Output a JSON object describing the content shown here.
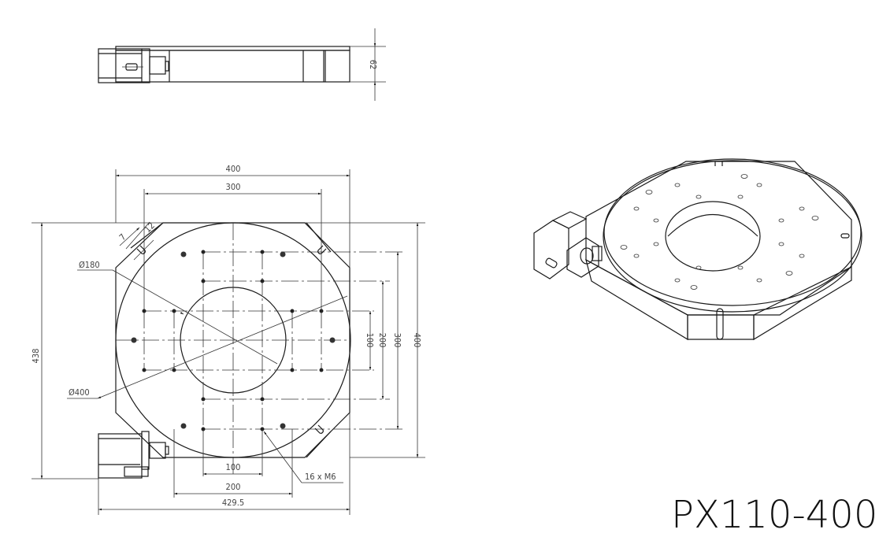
{
  "drawing": {
    "model_label": "PX110-400",
    "side_view": {
      "height_dim": "62"
    },
    "top_view": {
      "dims": {
        "width_outer": "400",
        "width_inner": "300",
        "slot_width": "7",
        "slot_length": "12",
        "bore_dia": "Ø180",
        "table_dia": "Ø400",
        "overall_height": "438",
        "right_100": "100",
        "right_200": "200",
        "right_300": "300",
        "right_400": "400",
        "bottom_100": "100",
        "bottom_200": "200",
        "overall_width": "429.5",
        "thread_callout": "16 x  M6"
      }
    },
    "iso_view": {
      "description": "isometric view of rotary stage with motor"
    }
  }
}
